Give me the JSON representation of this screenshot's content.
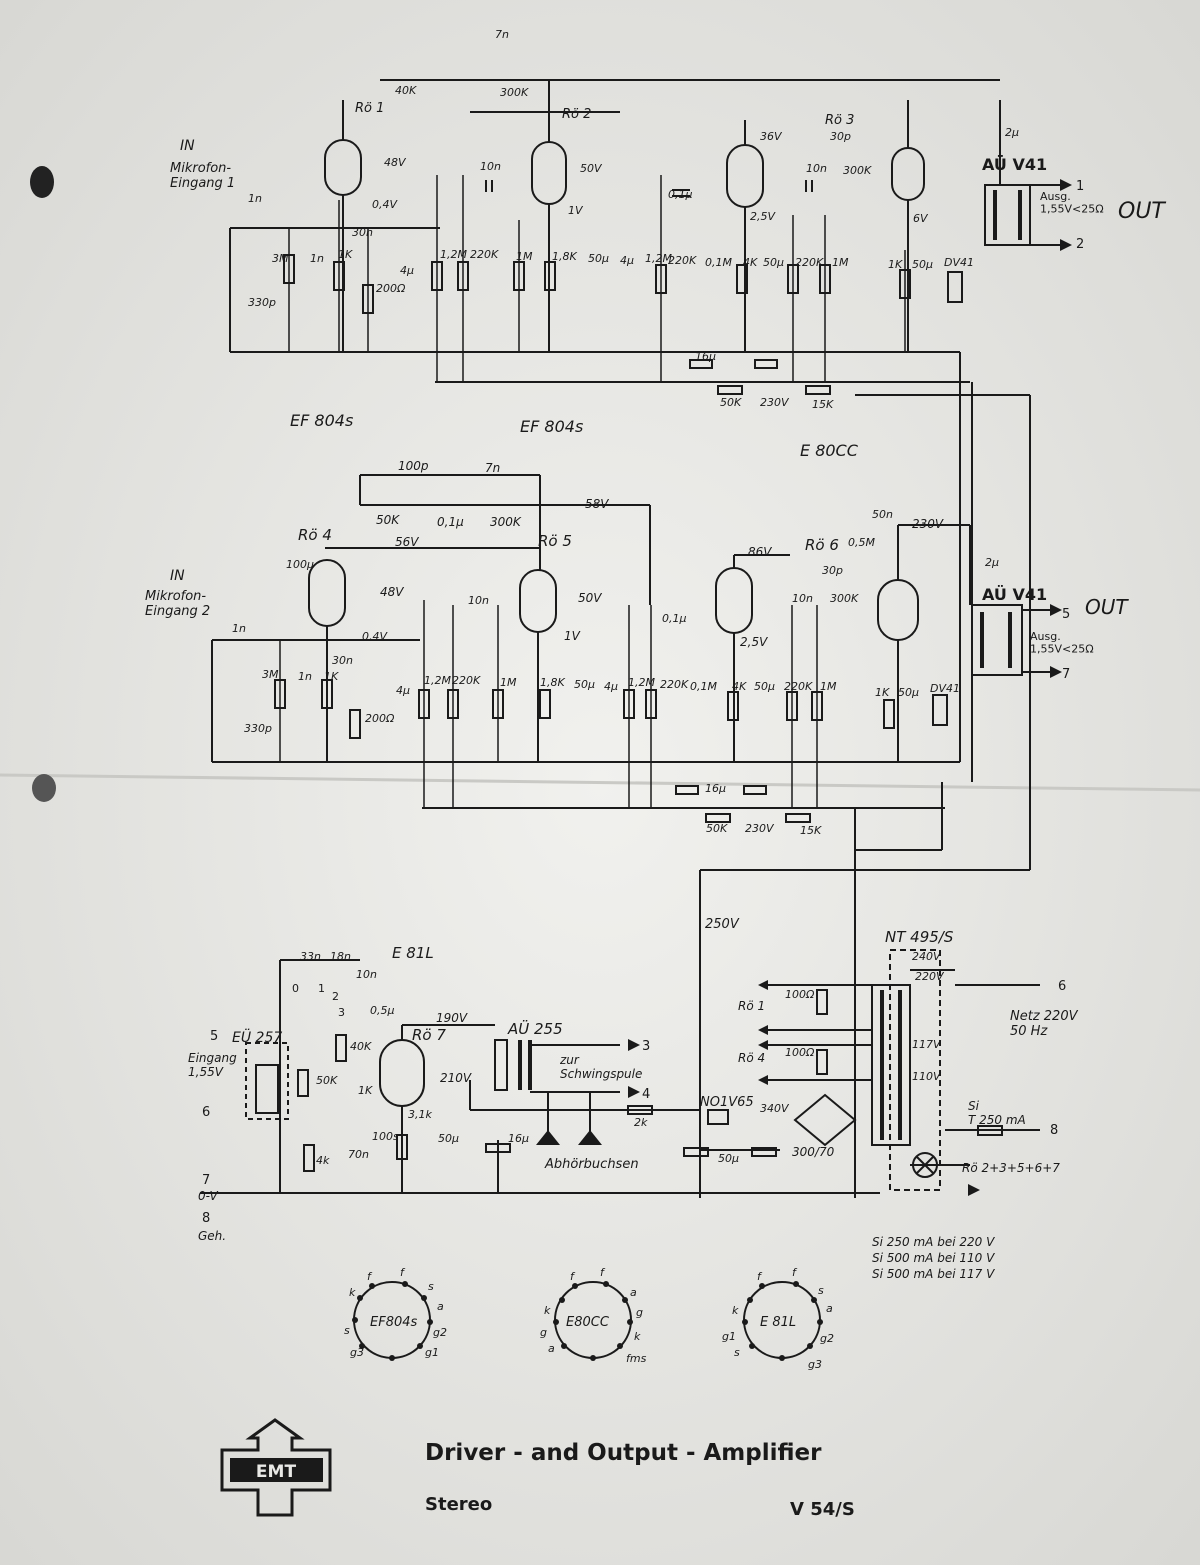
{
  "stage1": {
    "tube_label": "EF 804s",
    "input_label": "Mikrofon-\nEingang 1",
    "in_mark": "IN",
    "handwritten_out": "OUT",
    "tube_ref_a": "Rö 1",
    "tube_ref_b": "Rö 2",
    "tube_ref_c": "Rö 3",
    "transformer": "AÜ V41",
    "output_label": "Ausg.\n1,55V<25Ω",
    "pin_out_1": "1",
    "pin_out_2": "2",
    "components": [
      "1n",
      "3M",
      "1n",
      "1K",
      "330p",
      "30n",
      "200Ω",
      "0,4V",
      "48V",
      "4µ",
      "1,2M",
      "220K",
      "10n",
      "50V",
      "1V",
      "1M",
      "1,8K",
      "50µ",
      "4µ",
      "1,2M",
      "0,1µ",
      "220K",
      "0,1M",
      "36V",
      "2,5V",
      "4K",
      "50µ",
      "10n",
      "30p",
      "300K",
      "220K",
      "1M",
      "6V",
      "1K",
      "50µ",
      "DV41",
      "2µ",
      "7n",
      "300K",
      "40K"
    ]
  },
  "stage1_supply": {
    "cap": "16µ",
    "r1": "50K",
    "voltage": "230V",
    "r2": "15K"
  },
  "section_labels": {
    "tube_a": "EF 804s",
    "tube_b": "EF 804s",
    "tube_c": "E 80CC"
  },
  "stage2": {
    "tube_a": "Rö 4",
    "tube_b": "Rö 5",
    "tube_c": "Rö 6",
    "input_label": "Mikrofon-\nEingang 2",
    "in_mark": "IN",
    "handwritten_out": "OUT",
    "feedback": [
      "100p",
      "7n",
      "50K",
      "0,1µ",
      "300K"
    ],
    "v_58": "58V",
    "v_56": "56V",
    "v_48": "48V",
    "v_50": "50V",
    "v_1": "1V",
    "v_86": "86V",
    "v_25": "2,5V",
    "v_230": "230V",
    "transformer": "AÜ V41",
    "output_label": "Ausg.\n1,55V<25Ω",
    "pin_out_5": "5",
    "pin_out_7": "7",
    "components": [
      "100µ",
      "1n",
      "3M",
      "1n",
      "1K",
      "330p",
      "30n",
      "0,4V",
      "200Ω",
      "4µ",
      "1,2M",
      "220K",
      "10n",
      "1M",
      "1,8K",
      "50µ",
      "4µ",
      "1,2M",
      "220K",
      "0,1µ",
      "0,1M",
      "4K",
      "50µ",
      "220K",
      "1M",
      "10n",
      "300K",
      "30p",
      "0,5M",
      "50n",
      "1K",
      "50µ",
      "DV41",
      "2µ"
    ]
  },
  "stage2_supply": {
    "cap": "16µ",
    "r1": "50K",
    "voltage": "230V",
    "r2": "15K"
  },
  "driver": {
    "tube": "E 81L",
    "tube_ref": "Rö 7",
    "input_tr": "EÜ 257",
    "input_label": "Eingang\n1,55V",
    "pin_5": "5",
    "pin_6": "6",
    "pin_7": "7",
    "pin_8": "8",
    "ground_0v": "0-V",
    "ground_geh": "Geh.",
    "caps": [
      "33n",
      "18n",
      "10n",
      "0,5µ"
    ],
    "switch": [
      "0",
      "1",
      "2",
      "3"
    ],
    "v_190": "190V",
    "v_210": "210V",
    "v_250": "250V",
    "components": [
      "40K",
      "1K",
      "50K",
      "4k",
      "70n",
      "100s",
      "3,1k",
      "50µ",
      "16µ"
    ],
    "out_tr": "AÜ 255",
    "zur": "zur\nSchwingspule",
    "pin_3": "3",
    "pin_4": "4",
    "abhor": "Abhörbuchsen",
    "r_2k": "2k"
  },
  "power": {
    "transformer": "NT 495/S",
    "v240": "240V",
    "v220": "220V",
    "v117": "117V",
    "v110": "110V",
    "mains": "Netz 220V\n50 Hz",
    "pin_6": "6",
    "pin_8": "8",
    "ro1": "Rö 1",
    "ro4": "Rö 4",
    "r100a": "100Ω",
    "r100b": "100Ω",
    "stabilizer": "NO1V65",
    "v340": "340V",
    "cap": "50µ",
    "rect": "300/70",
    "fuse": "Si\nT 250 mA",
    "heater": "Rö 2+3+5+6+7",
    "fuse_notes": [
      "Si  250 mA  bei 220 V",
      "Si  500 mA  bei 110 V",
      "Si  500 mA  bei 117 V"
    ]
  },
  "pinouts": [
    {
      "name": "EF804s",
      "pins": [
        "f",
        "f",
        "s",
        "a",
        "g2",
        "g1",
        "g3",
        "s",
        "k"
      ]
    },
    {
      "name": "E80CC",
      "pins": [
        "f",
        "f",
        "a",
        "g",
        "k",
        "fms",
        "a",
        "g",
        "k"
      ]
    },
    {
      "name": "E 81L",
      "pins": [
        "f",
        "f",
        "s",
        "a",
        "g2",
        "g3",
        "s",
        "g1",
        "k"
      ]
    }
  ],
  "footer": {
    "logo_text": "EMT",
    "title": "Driver - and Output - Amplifier",
    "subtitle": "Stereo",
    "model": "V 54/S"
  },
  "colors": {
    "ink": "#1a1a1a",
    "paper": "#e9e9e6"
  }
}
